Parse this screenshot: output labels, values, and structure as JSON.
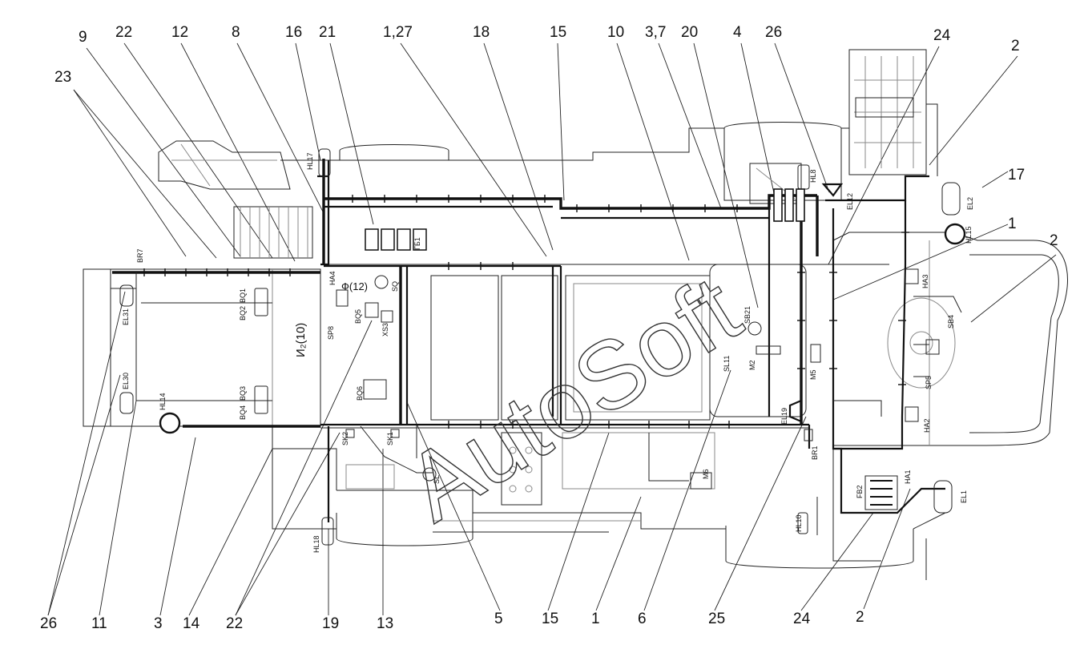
{
  "callouts_top": [
    "9",
    "22",
    "12",
    "8",
    "16",
    "21",
    "1,27",
    "18",
    "15",
    "10",
    "3,7",
    "20",
    "4",
    "26",
    "24",
    "2"
  ],
  "callouts_side": [
    "23",
    "17",
    "1",
    "2"
  ],
  "callouts_bottom": [
    "26",
    "11",
    "3",
    "14",
    "22",
    "19",
    "13",
    "5",
    "15",
    "1",
    "6",
    "25",
    "24",
    "2"
  ],
  "component_tags": {
    "hl17": "HL17",
    "br7": "BR7",
    "el31": "EL31",
    "el30": "EL30",
    "hl14": "HL14",
    "bq1": "BQ1",
    "bq2": "BQ2",
    "bq3": "BQ3",
    "bq4": "BQ4",
    "bq5": "BQ5",
    "bq6": "BQ6",
    "ha4": "HA4",
    "sp8": "SP8",
    "xs3": "XS3",
    "gb1": "ГБ1",
    "sq": "SQ",
    "fuse": "Ф(12)",
    "current": "И₂(10)",
    "sk2": "SK2",
    "sk1": "SK1",
    "sl": "SL",
    "hl18": "HL18",
    "hl8": "HL8",
    "el12": "EL12",
    "el2": "EL2",
    "hl15": "HL15",
    "ha3": "HA3",
    "sb4": "SB4",
    "sp5": "SP5",
    "ha2": "HA2",
    "sb21": "SB21",
    "sl11": "SL11",
    "m2": "M2",
    "m5": "M5",
    "el19": "EL19",
    "br1": "BR1",
    "m6": "M6",
    "fb2": "FB2",
    "ha1": "HA1",
    "el1": "EL1",
    "hl10": "HL10"
  },
  "watermark": "AutoSoft",
  "colors": {
    "line": "#222222",
    "background": "#ffffff"
  }
}
